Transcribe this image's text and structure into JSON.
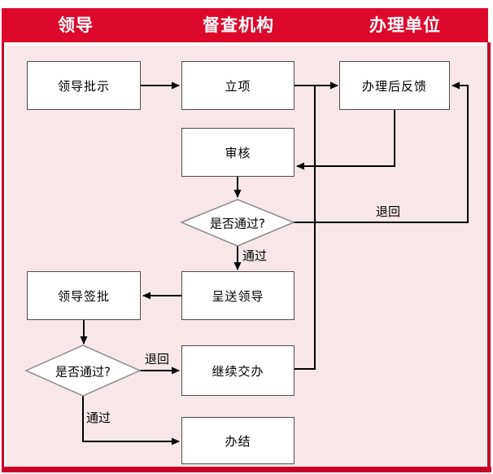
{
  "header": {
    "columns": [
      {
        "label": "领导"
      },
      {
        "label": "督查机构"
      },
      {
        "label": "办理单位"
      }
    ]
  },
  "nodes": {
    "leader_instruction": "领导批示",
    "project_setup": "立项",
    "post_feedback": "办理后反馈",
    "review": "审核",
    "review_decision": "是否通过?",
    "submit_leader": "呈送领导",
    "leader_sign": "领导签批",
    "sign_decision": "是否通过?",
    "continue_assign": "继续交办",
    "complete": "办结"
  },
  "edge_labels": {
    "review_return": "退回",
    "review_pass": "通过",
    "sign_return": "退回",
    "sign_pass": "通过"
  },
  "colors": {
    "header_red": "#dd092c",
    "frame_red": "#c90326",
    "pink": "#f8e7e9",
    "line_black": "#000000",
    "box_border": "#4d4d4d",
    "diamond_border": "#8a8a8a"
  }
}
